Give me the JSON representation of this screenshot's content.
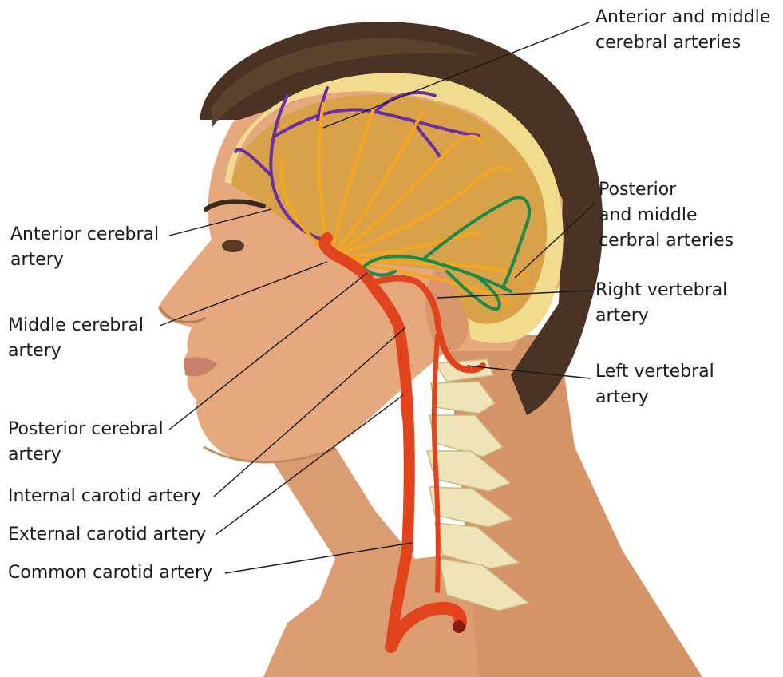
{
  "colors": {
    "background": "#ffffff",
    "skin": "#e3a57c",
    "skin_shadow": "#c98a63",
    "hair": "#4a3324",
    "skull": "#f1dc8e",
    "brain_cavity": "#d9a248",
    "carotid_artery": "#e2421c",
    "cerebral_branches_orange": "#f6a51e",
    "anterior_branches_purple": "#6a2fa2",
    "posterior_branches_green": "#1c8a4c",
    "vertebrae": "#efe3b8",
    "leader_line": "#1a1a1a"
  },
  "labels": {
    "anterior_middle": [
      "Anterior and middle",
      "cerebral arteries"
    ],
    "posterior_middle": [
      "Posterior",
      "and middle",
      "cerbral arteries"
    ],
    "right_vertebral": [
      "Right vertebral",
      "artery"
    ],
    "left_vertebral": [
      "Left vertebral",
      "artery"
    ],
    "anterior_cerebral": [
      "Anterior cerebral",
      "artery"
    ],
    "middle_cerebral": [
      "Middle cerebral",
      "artery"
    ],
    "posterior_cerebral": [
      "Posterior cerebral",
      "artery"
    ],
    "internal_carotid": [
      "Internal carotid artery"
    ],
    "external_carotid": [
      "External carotid artery"
    ],
    "common_carotid": [
      "Common carotid artery"
    ]
  }
}
